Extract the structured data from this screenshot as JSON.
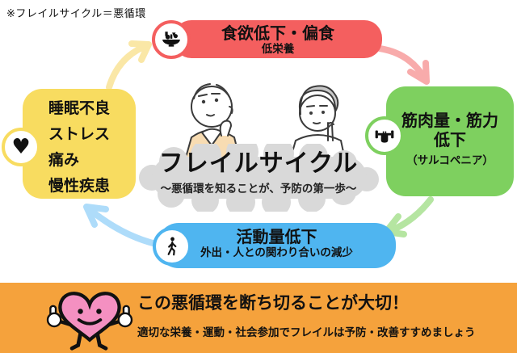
{
  "note": "※フレイルサイクル＝悪循環",
  "center": {
    "title": "フレイルサイクル",
    "subtitle": "～悪循環を知ることが、予防の第一歩～"
  },
  "cycle": {
    "appetite": {
      "title": "食欲低下・偏食",
      "subtitle": "低栄養",
      "color": "#f45f5f",
      "icon": "rice-bowl-icon"
    },
    "muscle": {
      "title_line1": "筋肉量・筋力",
      "title_line2": "低下",
      "subtitle": "（サルコペニア）",
      "color": "#7ed05f",
      "icon": "dumbbell-fist-icon"
    },
    "activity": {
      "title": "活動量低下",
      "subtitle": "外出・人との関わり合いの減少",
      "color": "#4fb5f0",
      "icon": "walking-person-icon"
    },
    "factors": {
      "lines": [
        "睡眠不良",
        "ストレス",
        "痛み",
        "慢性疾患"
      ],
      "color": "#f8dc60",
      "icon": "heart-icon",
      "heart_glyph": "♥"
    }
  },
  "arrows": {
    "yellow_to_red": "#fae7a6",
    "red_to_green": "#f8abab",
    "green_to_blue": "#b5e5a1",
    "blue_to_yellow": "#aedcfa"
  },
  "banner": {
    "title": "この悪循環を断ち切ることが大切！",
    "subtitle": "適切な栄養・運動・社会参加でフレイルは予防・改善すすめましょう",
    "color": "#f5a23c"
  }
}
